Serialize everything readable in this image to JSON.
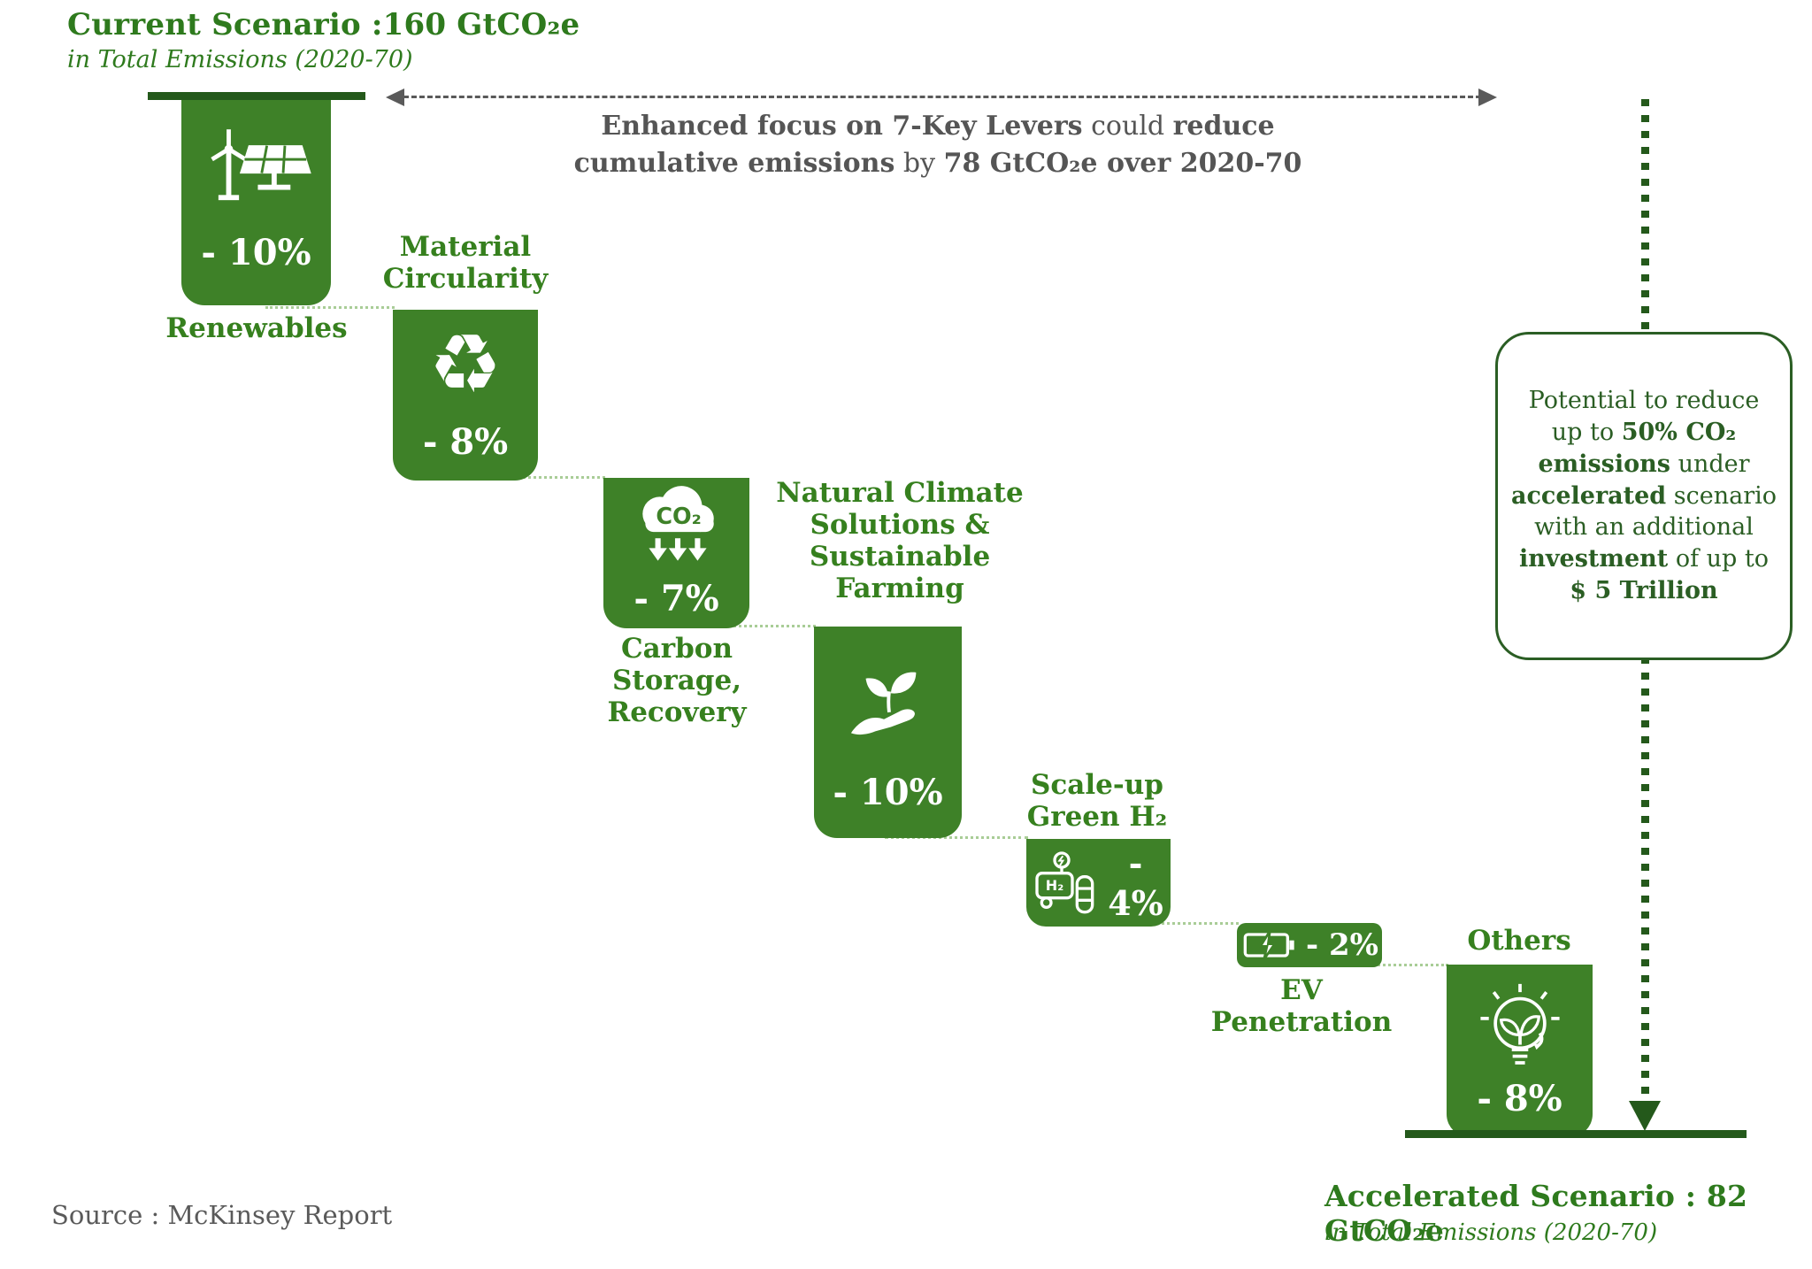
{
  "header": {
    "title": "Current Scenario :160 GtCO₂e",
    "subtitle": "in Total  Emissions (2020-70)"
  },
  "arrow_note": {
    "line1": [
      {
        "t": "Enhanced focus on 7-Key Levers",
        "b": 1
      },
      {
        "t": " could ",
        "b": 0
      },
      {
        "t": "reduce",
        "b": 1
      }
    ],
    "line2": [
      {
        "t": "cumulative emissions",
        "b": 1
      },
      {
        "t": " by ",
        "b": 0
      },
      {
        "t": "78 GtCO₂e over 2020-70",
        "b": 1
      }
    ]
  },
  "blocks": [
    {
      "label": "Renewables",
      "value": "- 10%",
      "icon": "wind-turbine-solar-panel-icon",
      "label_position": "below"
    },
    {
      "label": "Material Circularity",
      "value": "- 8%",
      "icon": "recycle-icon",
      "label_position": "above"
    },
    {
      "label": "Carbon Storage, Recovery",
      "value": "- 7%",
      "icon": "co2-capture-icon",
      "label_position": "below"
    },
    {
      "label": "Natural Climate Solutions & Sustainable Farming",
      "value": "- 10%",
      "icon": "hand-plant-icon",
      "label_position": "above"
    },
    {
      "label": "Scale-up Green H₂",
      "value": "- 4%",
      "icon": "hydrogen-icon",
      "label_position": "above"
    },
    {
      "label": "EV Penetration",
      "value": "- 2%",
      "icon": "ev-battery-icon",
      "label_position": "below"
    },
    {
      "label": "Others",
      "value": "- 8%",
      "icon": "bulb-leaf-icon",
      "label_position": "above"
    }
  ],
  "side_box": {
    "lines": [
      [
        {
          "t": "Potential to reduce",
          "b": 0
        }
      ],
      [
        {
          "t": "up to ",
          "b": 0
        },
        {
          "t": "50% CO₂",
          "b": 1
        }
      ],
      [
        {
          "t": "emissions",
          "b": 1
        },
        {
          "t": " under",
          "b": 0
        }
      ],
      [
        {
          "t": "accelerated",
          "b": 1
        },
        {
          "t": " scenario",
          "b": 0
        }
      ],
      [
        {
          "t": "with an additional",
          "b": 0
        }
      ],
      [
        {
          "t": "investment",
          "b": 1
        },
        {
          "t": " of up to",
          "b": 0
        }
      ],
      [
        {
          "t": "$ 5 Trillion",
          "b": 1
        }
      ]
    ]
  },
  "footer": {
    "accel_title": "Accelerated Scenario : 82 GtCO₂e",
    "accel_subtitle": "in Total Emissions (2020-70)",
    "source": "Source : McKinsey Report"
  },
  "icons": {
    "recycle_glyph": "♻",
    "co2_label": "CO₂",
    "h2_label": "H₂"
  },
  "colors": {
    "block_green": "#3e8128",
    "dark_green": "#24591b",
    "label_green": "#36801e",
    "title_green": "#2e7a1d",
    "box_green": "#2b5e24",
    "arrow_gray": "#5a5a5a",
    "connector_green": "#a9cd97",
    "icon_white": "#ffffff"
  },
  "chart_data": {
    "type": "bar",
    "subtype": "waterfall",
    "title": "Enhanced focus on 7-Key Levers could reduce cumulative emissions by 78 GtCO₂e over 2020-70",
    "start": {
      "label": "Current Scenario",
      "value_gtco2e": 160,
      "note": "in Total Emissions (2020-70)"
    },
    "end": {
      "label": "Accelerated Scenario",
      "value_gtco2e": 82,
      "note": "in Total Emissions (2020-70)"
    },
    "categories": [
      "Renewables",
      "Material Circularity",
      "Carbon Storage, Recovery",
      "Natural Climate Solutions & Sustainable Farming",
      "Scale-up Green H₂",
      "EV Penetration",
      "Others"
    ],
    "values_percent": [
      -10,
      -8,
      -7,
      -10,
      -4,
      -2,
      -8
    ],
    "total_reduction_gtco2e": 78,
    "annotation": "Potential to reduce up to 50% CO₂ emissions under accelerated scenario with an additional investment of up to $ 5 Trillion",
    "source": "Source : McKinsey Report",
    "legend": "none",
    "grid": false
  }
}
